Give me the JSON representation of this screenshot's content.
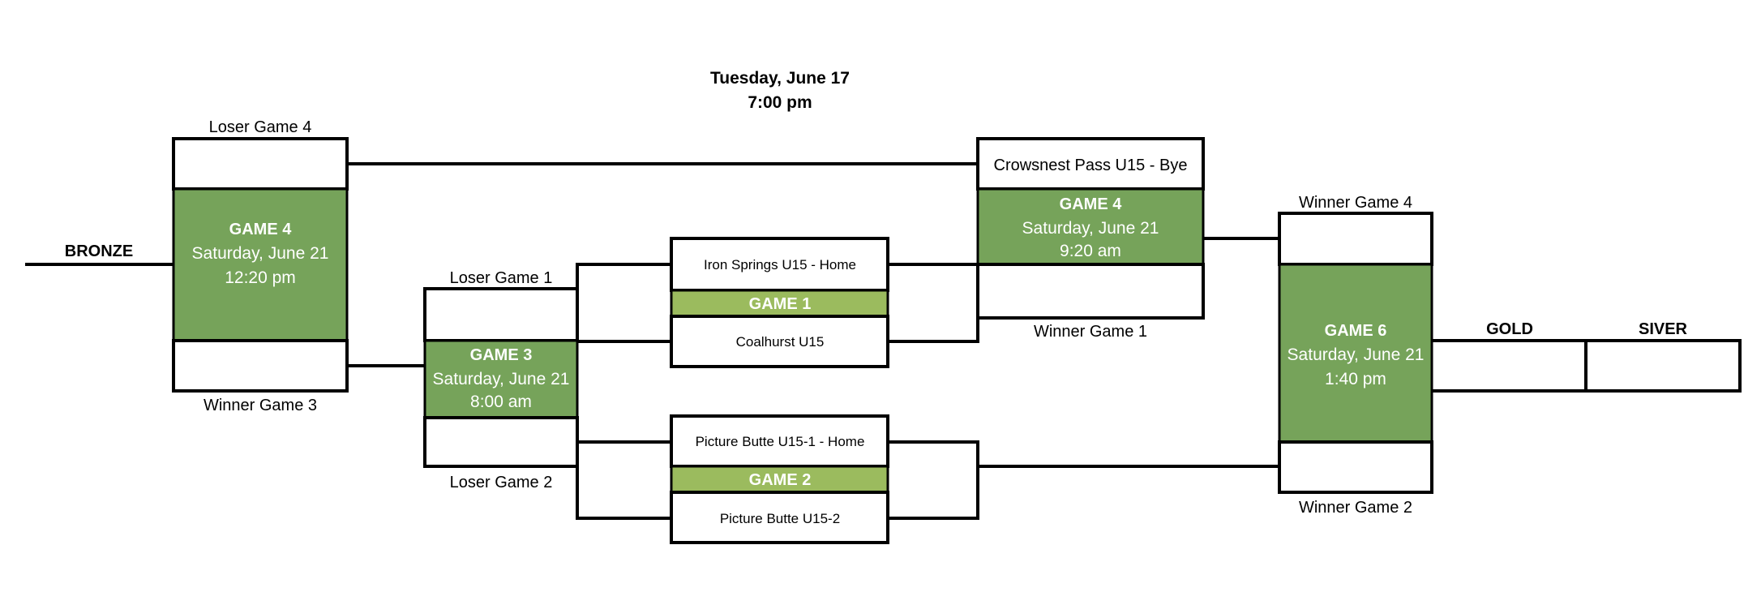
{
  "header": {
    "day": "Tuesday, June 17",
    "time": "7:00 pm"
  },
  "labels": {
    "bronze": "BRONZE",
    "gold": "GOLD",
    "silver": "SIVER",
    "loser_game_4": "Loser Game 4",
    "winner_game_3": "Winner Game 3",
    "loser_game_1": "Loser Game 1",
    "loser_game_2": "Loser Game 2",
    "winner_game_1": "Winner Game 1",
    "winner_game_4": "Winner Game 4",
    "winner_game_2": "Winner Game 2"
  },
  "teams": {
    "iron_springs": "Iron Springs U15 - Home",
    "coalhurst": "Coalhurst U15",
    "picture_butte_1": "Picture Butte U15-1 - Home",
    "picture_butte_2": "Picture Butte U15-2",
    "crowsnest": "Crowsnest Pass U15 - Bye"
  },
  "games": {
    "game1": {
      "title": "GAME 1"
    },
    "game2": {
      "title": "GAME 2"
    },
    "game3": {
      "title": "GAME 3",
      "date": "Saturday, June 21",
      "time": "8:00 am"
    },
    "game4_bronze": {
      "title": "GAME 4",
      "date": "Saturday, June 21",
      "time": "12:20 pm"
    },
    "game4_semi": {
      "title": "GAME 4",
      "date": "Saturday, June 21",
      "time": "9:20 am"
    },
    "game6": {
      "title": "GAME 6",
      "date": "Saturday, June 21",
      "time": "1:40 pm"
    }
  },
  "colors": {
    "game_box": "#76a35a",
    "game_header": "#9bbb5e",
    "line": "#000000"
  }
}
